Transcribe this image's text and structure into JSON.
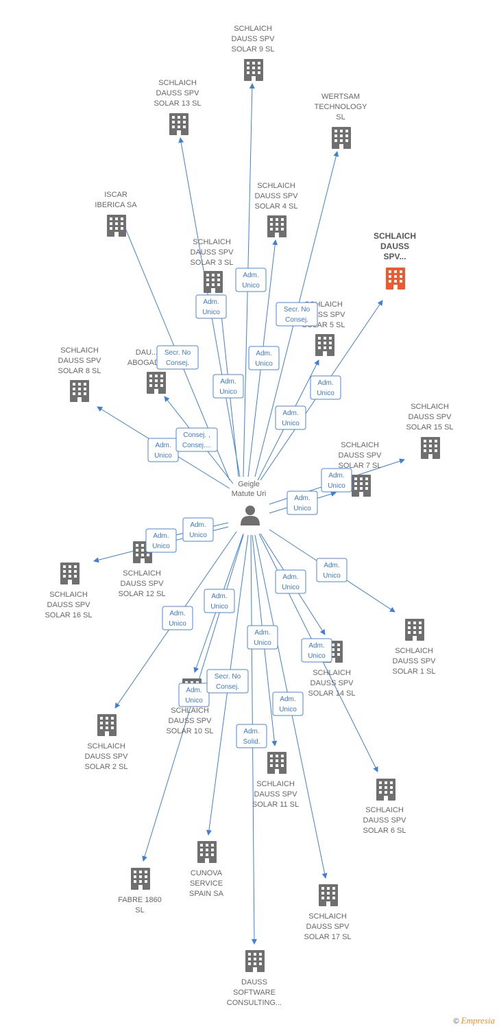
{
  "center": {
    "name": [
      "Geigle",
      "Matute Uri"
    ]
  },
  "companies": [
    {
      "id": "solar9",
      "lines": [
        "SCHLAICH",
        "DAUSS SPV",
        "SOLAR 9  SL"
      ]
    },
    {
      "id": "solar13",
      "lines": [
        "SCHLAICH",
        "DAUSS SPV",
        "SOLAR 13  SL"
      ]
    },
    {
      "id": "wertsam",
      "lines": [
        "WERTSAM",
        "TECHNOLOGY",
        "SL"
      ]
    },
    {
      "id": "iscar",
      "lines": [
        "ISCAR",
        "IBERICA SA"
      ]
    },
    {
      "id": "solar4",
      "lines": [
        "SCHLAICH",
        "DAUSS SPV",
        "SOLAR 4  SL"
      ]
    },
    {
      "id": "highlight",
      "lines": [
        "SCHLAICH",
        "DAUSS",
        "SPV..."
      ]
    },
    {
      "id": "solar3",
      "lines": [
        "SCHLAICH",
        "DAUSS SPV",
        "SOLAR 3  SL"
      ]
    },
    {
      "id": "solar5",
      "lines": [
        "SCHLAICH",
        "DAUSS SPV",
        "SOLAR 5  SL"
      ]
    },
    {
      "id": "solar8",
      "lines": [
        "SCHLAICH",
        "DAUSS SPV",
        "SOLAR 8  SL"
      ]
    },
    {
      "id": "abogados",
      "lines": [
        "DAU...",
        "ABOGAD..."
      ]
    },
    {
      "id": "solar15",
      "lines": [
        "SCHLAICH",
        "DAUSS SPV",
        "SOLAR 15  SL"
      ]
    },
    {
      "id": "solar7",
      "lines": [
        "SCHLAICH",
        "DAUSS SPV",
        "SOLAR 7  SL"
      ]
    },
    {
      "id": "solar12",
      "lines": [
        "SCHLAICH",
        "DAUSS SPV",
        "SOLAR 12  SL"
      ]
    },
    {
      "id": "solar16",
      "lines": [
        "SCHLAICH",
        "DAUSS SPV",
        "SOLAR 16  SL"
      ]
    },
    {
      "id": "solar1",
      "lines": [
        "SCHLAICH",
        "DAUSS SPV",
        "SOLAR 1  SL"
      ]
    },
    {
      "id": "solar14",
      "lines": [
        "SCHLAICH",
        "DAUSS SPV",
        "SOLAR 14  SL"
      ]
    },
    {
      "id": "solar10",
      "lines": [
        "SCHLAICH",
        "DAUSS SPV",
        "SOLAR 10  SL"
      ]
    },
    {
      "id": "solar2",
      "lines": [
        "SCHLAICH",
        "DAUSS SPV",
        "SOLAR 2  SL"
      ]
    },
    {
      "id": "solar11",
      "lines": [
        "SCHLAICH",
        "DAUSS SPV",
        "SOLAR 11  SL"
      ]
    },
    {
      "id": "solar6",
      "lines": [
        "SCHLAICH",
        "DAUSS SPV",
        "SOLAR 6  SL"
      ]
    },
    {
      "id": "fabre",
      "lines": [
        "FABRE 1860",
        "SL"
      ]
    },
    {
      "id": "cunova",
      "lines": [
        "CUNOVA",
        "SERVICE",
        "SPAIN SA"
      ]
    },
    {
      "id": "solar17",
      "lines": [
        "SCHLAICH",
        "DAUSS SPV",
        "SOLAR 17  SL"
      ]
    },
    {
      "id": "dauss_sw",
      "lines": [
        "DAUSS",
        "SOFTWARE",
        "CONSULTING..."
      ]
    }
  ],
  "relations": [
    {
      "target": "solar9",
      "lines": [
        "Adm.",
        "Unico"
      ]
    },
    {
      "target": "solar13",
      "lines": [
        "Adm.",
        "Unico"
      ]
    },
    {
      "target": "wertsam",
      "lines": [
        "Secr.  No",
        "Consej."
      ]
    },
    {
      "target": "iscar",
      "lines": [
        "Secr.  No",
        "Consej."
      ]
    },
    {
      "target": "solar4",
      "lines": [
        "Adm.",
        "Unico"
      ]
    },
    {
      "target": "highlight",
      "lines": [
        "Adm.",
        "Unico"
      ]
    },
    {
      "target": "solar3",
      "lines": [
        "Adm.",
        "Unico"
      ]
    },
    {
      "target": "solar5",
      "lines": [
        "Adm.",
        "Unico"
      ]
    },
    {
      "target": "solar8",
      "lines": [
        "Adm.",
        "Unico"
      ]
    },
    {
      "target": "abogados",
      "lines": [
        "Consej. ,",
        "Consej...."
      ]
    },
    {
      "target": "solar15",
      "lines": [
        "Adm.",
        "Unico"
      ]
    },
    {
      "target": "solar7",
      "lines": [
        "Adm.",
        "Unico"
      ]
    },
    {
      "target": "solar12",
      "lines": [
        "Adm.",
        "Unico"
      ]
    },
    {
      "target": "solar16",
      "lines": [
        "Adm.",
        "Unico"
      ]
    },
    {
      "target": "solar1",
      "lines": [
        "Adm.",
        "Unico"
      ]
    },
    {
      "target": "solar14",
      "lines": [
        "Adm.",
        "Unico"
      ]
    },
    {
      "target": "solar10",
      "lines": [
        "Adm.",
        "Unico"
      ]
    },
    {
      "target": "solar2",
      "lines": [
        "Adm.",
        "Unico"
      ]
    },
    {
      "target": "solar11",
      "lines": [
        "Adm.",
        "Unico"
      ]
    },
    {
      "target": "solar6",
      "lines": [
        "Adm.",
        "Unico"
      ]
    },
    {
      "target": "fabre",
      "lines": [
        "Adm.",
        "Unico"
      ]
    },
    {
      "target": "cunova",
      "lines": [
        "Secr.  No",
        "Consej."
      ]
    },
    {
      "target": "solar17",
      "lines": [
        "Adm.",
        "Unico"
      ]
    },
    {
      "target": "dauss_sw",
      "lines": [
        "Adm.",
        "Solid."
      ]
    }
  ],
  "colors": {
    "edge": "#3f7fd6",
    "building": "#6f6f6f",
    "building_highlight": "#f0592b",
    "person": "#6f6f6f"
  },
  "footer": {
    "copyright": "©",
    "brand": "Empresia"
  }
}
